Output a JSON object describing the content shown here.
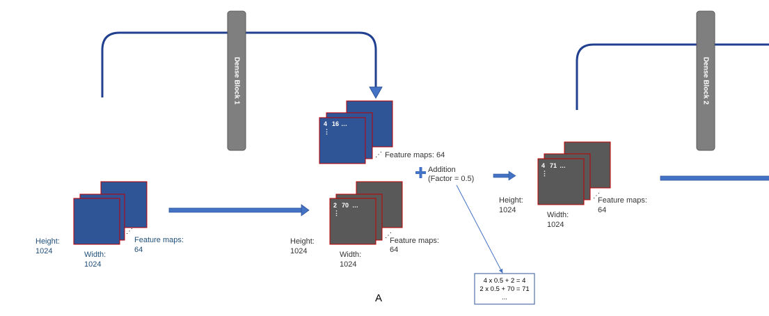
{
  "dense_blocks": [
    "Dense Block 1",
    "Dense Block 2"
  ],
  "input_stack": {
    "height_label": "Height:",
    "height_value": "1024",
    "width_label": "Width:",
    "width_value": "1024",
    "fm_label": "Feature maps:",
    "fm_value": "64"
  },
  "dense_output_stack": {
    "cell_1": "4",
    "cell_2": "16",
    "cell_3": "…",
    "vdots": "⋮",
    "fm_text": "Feature maps: 64"
  },
  "skip_stack": {
    "cell_1": "2",
    "cell_2": "70",
    "cell_3": "…",
    "vdots": "⋮",
    "height_label": "Height:",
    "height_value": "1024",
    "width_label": "Width:",
    "width_value": "1024",
    "fm_label": "Feature maps:",
    "fm_value": "64"
  },
  "addition": {
    "symbol": "+",
    "label": "Addition",
    "factor": "(Factor = 0.5)"
  },
  "result_stack": {
    "cell_1": "4",
    "cell_2": "71",
    "cell_3": "…",
    "vdots": "⋮",
    "height_label": "Height:",
    "height_value": "1024",
    "width_label": "Width:",
    "width_value": "1024",
    "fm_label": "Feature maps:",
    "fm_value": "64"
  },
  "calc_box": {
    "line_1": "4 x 0.5 + 2 = 4",
    "line_2": "2 x 0.5 + 70 = 71",
    "line_3": "..."
  },
  "caption": "A",
  "colors": {
    "blue_map": "#2F5597",
    "gray_map": "#595959",
    "map_border": "#C00000",
    "arrow_blue": "#4472C4",
    "path_blue": "#203F8F",
    "block_gray": "#7F7F7F",
    "text_blue": "#1F4E79"
  }
}
